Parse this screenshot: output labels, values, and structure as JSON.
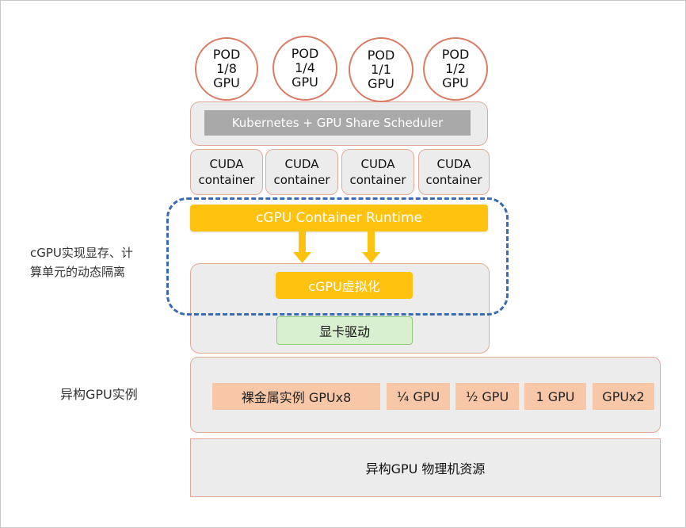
{
  "pods": [
    {
      "label": "POD\n1/8\nGPU"
    },
    {
      "label": "POD\n1/4\nGPU"
    },
    {
      "label": "POD\n1/1\nGPU"
    },
    {
      "label": "POD\n1/2\nGPU"
    }
  ],
  "scheduler": {
    "label": "Kubernetes + GPU Share Scheduler"
  },
  "cuda_containers": [
    {
      "label": "CUDA\ncontainer"
    },
    {
      "label": "CUDA\ncontainer"
    },
    {
      "label": "CUDA\ncontainer"
    },
    {
      "label": "CUDA\ncontainer"
    }
  ],
  "runtime": {
    "label": "cGPU Container Runtime"
  },
  "virtualization": {
    "label": "cGPU虚拟化"
  },
  "driver": {
    "label": "显卡驱动"
  },
  "cgpu_note": {
    "line1": "cGPU实现显存、计",
    "line2": "算单元的动态隔离"
  },
  "heterogeneous": {
    "label": "异构GPU实例",
    "instances": [
      {
        "label": "裸金属实例 GPUx8"
      },
      {
        "label": "¼ GPU"
      },
      {
        "label": "½ GPU"
      },
      {
        "label": "1 GPU"
      },
      {
        "label": "GPUx2"
      }
    ]
  },
  "physical": {
    "label": "异构GPU 物理机资源"
  },
  "colors": {
    "accent_yellow": "#ffc20e",
    "dash_blue": "#3b6bb0",
    "panel_border": "#e3a898",
    "instance_fill": "#f7c7a8",
    "driver_fill": "#d8f0cf"
  }
}
